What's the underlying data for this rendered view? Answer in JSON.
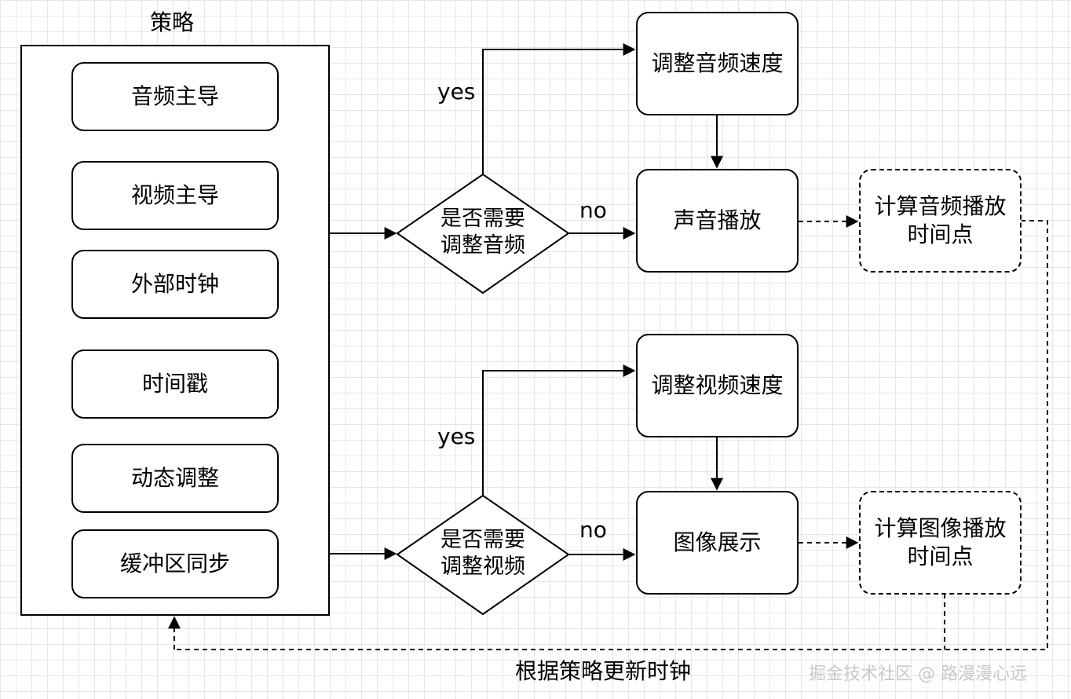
{
  "strategy": {
    "title": "策略",
    "items": [
      "音频主导",
      "视频主导",
      "外部时钟",
      "时间戳",
      "动态调整",
      "缓冲区同步"
    ]
  },
  "audio_branch": {
    "decision": [
      "是否需要",
      "调整音频"
    ],
    "yes_label": "yes",
    "no_label": "no",
    "adjust": "调整音频速度",
    "play": "声音播放",
    "calc": [
      "计算音频播放",
      "时间点"
    ]
  },
  "video_branch": {
    "decision": [
      "是否需要",
      "调整视频"
    ],
    "yes_label": "yes",
    "no_label": "no",
    "adjust": "调整视频速度",
    "play": "图像展示",
    "calc": [
      "计算图像播放",
      "时间点"
    ]
  },
  "feedback_label": "根据策略更新时钟",
  "watermark": "掘金技术社区 @ 路漫漫心远"
}
